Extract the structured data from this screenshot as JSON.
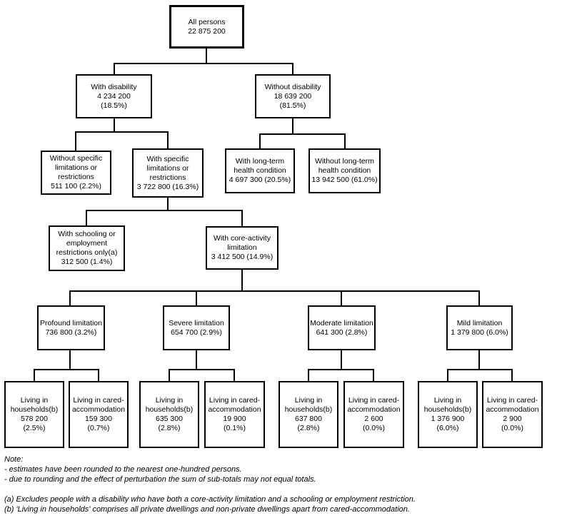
{
  "colors": {
    "background": "#ffffff",
    "line": "#000000",
    "text": "#000000"
  },
  "nodes": {
    "all_persons": {
      "text": "All persons\n22 875 200"
    },
    "with_disability": {
      "text": "With disability\n4 234 200\n(18.5%)"
    },
    "without_disability": {
      "text": "Without disability\n18 639 200\n(81.5%)"
    },
    "without_specific_limitations": {
      "text": "Without specific\nlimitations or\nrestrictions\n511 100 (2.2%)"
    },
    "with_specific_limitations": {
      "text": "With specific\nlimitations or\nrestrictions\n3 722 800 (16.3%)"
    },
    "with_long_term_condition": {
      "text": "With long-term\nhealth condition\n4 697 300 (20.5%)"
    },
    "without_long_term_condition": {
      "text": "Without long-term\nhealth condition\n13 942 500 (61.0%)"
    },
    "schooling_employment_only": {
      "text": "With schooling or\nemployment\nrestrictions only(a)\n312 500 (1.4%)"
    },
    "core_activity_limitation": {
      "text": "With core-activity\nlimitation\n3 412 500 (14.9%)"
    },
    "profound": {
      "text": "Profound limitation\n736 800 (3.2%)"
    },
    "severe": {
      "text": "Severe limitation\n654 700 (2.9%)"
    },
    "moderate": {
      "text": "Moderate limitation\n641 300 (2.8%)"
    },
    "mild": {
      "text": "Mild limitation\n1 379 800 (6.0%)"
    },
    "profound_households": {
      "text": "Living in\nhouseholds(b)\n578 200\n(2.5%)"
    },
    "profound_cared": {
      "text": "Living in cared-\naccommodation\n159 300\n(0.7%)"
    },
    "severe_households": {
      "text": "Living in\nhouseholds(b)\n635 300\n(2.8%)"
    },
    "severe_cared": {
      "text": "Living in cared-\naccommodation\n19 900\n(0.1%)"
    },
    "moderate_households": {
      "text": "Living in\nhouseholds(b)\n637 800\n(2.8%)"
    },
    "moderate_cared": {
      "text": "Living in cared-\naccommodation\n2 600\n(0.0%)"
    },
    "mild_households": {
      "text": "Living in\nhouseholds(b)\n1 376 900\n(6.0%)"
    },
    "mild_cared": {
      "text": "Living in cared-\naccommodation\n2 900\n(0.0%)"
    }
  },
  "notes": {
    "heading": "Note:",
    "bullets": [
      "- estimates have been rounded to the nearest one-hundred persons.",
      "- due to rounding and the effect of perturbation the sum of sub-totals may not equal totals."
    ],
    "footnotes": [
      "(a) Excludes people with a disability who have both a core-activity limitation and a schooling or employment restriction.",
      "(b) 'Living in households' comprises all private dwellings and non-private dwellings apart from cared-accommodation."
    ]
  }
}
